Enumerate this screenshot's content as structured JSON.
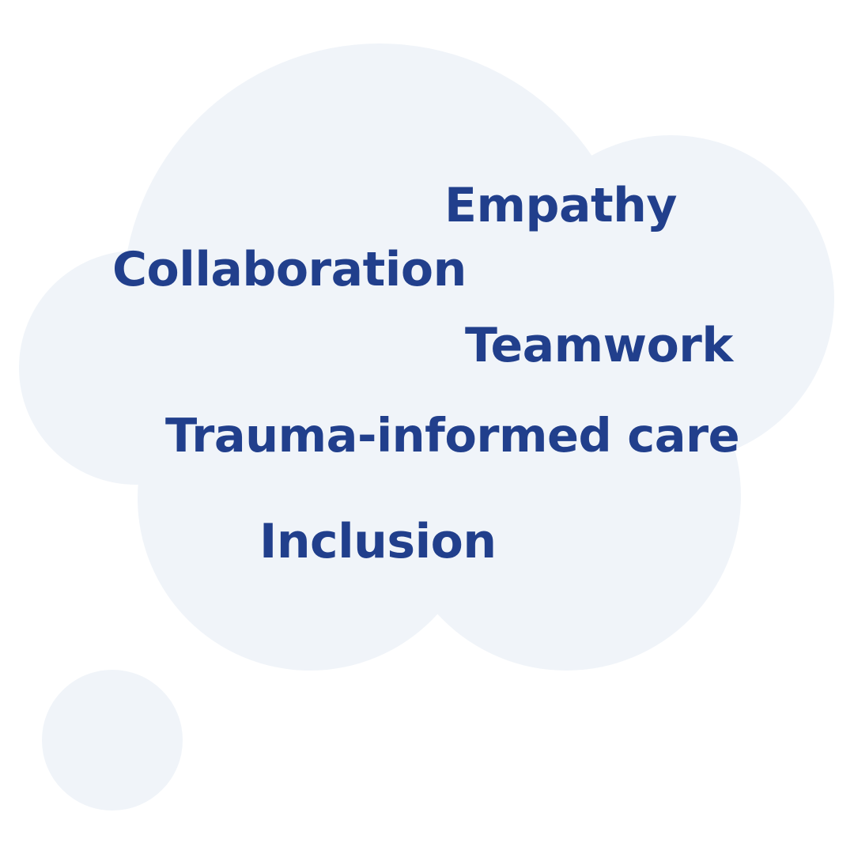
{
  "colors": {
    "background": "#ffffff",
    "cloud": "#f0f4f9",
    "text": "#213f8c"
  },
  "shapes": {
    "main": "thought-cloud",
    "trail": "thought-bubble-circle"
  },
  "words": [
    {
      "id": "empathy",
      "text": "Empathy"
    },
    {
      "id": "collaboration",
      "text": "Collaboration"
    },
    {
      "id": "teamwork",
      "text": "Teamwork"
    },
    {
      "id": "trauma-informed-care",
      "text": "Trauma-informed care"
    },
    {
      "id": "inclusion",
      "text": "Inclusion"
    }
  ]
}
